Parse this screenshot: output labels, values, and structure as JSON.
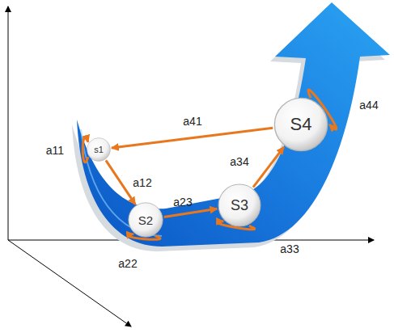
{
  "diagram": {
    "nodes": [
      {
        "text": [
          "s1"
        ]
      },
      {
        "text": [
          "S2"
        ]
      },
      {
        "text": [
          "S3"
        ]
      },
      {
        "text": [
          "S4"
        ]
      }
    ],
    "edges": [
      {
        "from": 0,
        "to": 0,
        "label": "a11",
        "arrow": "to"
      },
      {
        "from": 0,
        "to": 1,
        "label": "a12",
        "arrow": "to"
      },
      {
        "from": 1,
        "to": 1,
        "label": "a22",
        "arrow": "to"
      },
      {
        "from": 1,
        "to": 2,
        "label": "a23",
        "arrow": "to"
      },
      {
        "from": 2,
        "to": 2,
        "label": "a33",
        "arrow": "to"
      },
      {
        "from": 2,
        "to": 3,
        "label": "a34",
        "arrow": "to"
      },
      {
        "from": 3,
        "to": 3,
        "label": "a44",
        "arrow": "to"
      },
      {
        "from": 3,
        "to": 0,
        "label": "a41",
        "arrow": "to"
      }
    ]
  }
}
